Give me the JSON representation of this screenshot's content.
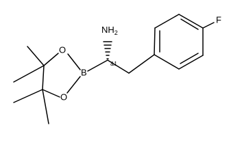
{
  "molecule": {
    "atoms": {
      "amine": "NH2",
      "fluorine": "F",
      "boron": "B",
      "oxygen_upper": "O",
      "oxygen_lower": "O"
    },
    "stereo_label": "&1"
  },
  "colors": {
    "bond": "#000000",
    "background": "#ffffff"
  }
}
